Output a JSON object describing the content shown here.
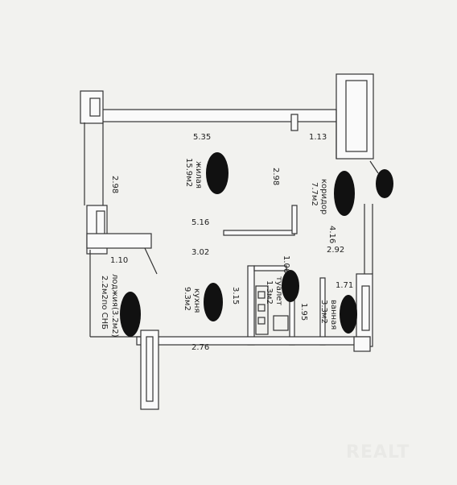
{
  "plan": {
    "dimensions": {
      "top_width": "5.35",
      "right_notch": "1.13",
      "left_height": "2.98",
      "center_height": "2.98",
      "living_mid": "5.16",
      "balcony_width": "1.10",
      "kitchen_width": "3.02",
      "corridor_depth": "4.16",
      "corridor_width": "2.92",
      "toilet_width": "1.06",
      "kitchen_depth": "3.15",
      "bath_width": "1.71",
      "toilet_depth": "1.95",
      "bottom_width": "2.76"
    },
    "rooms": {
      "living": {
        "name": "жилая",
        "area": "15.9м2"
      },
      "corridor": {
        "name": "коридор",
        "area": "7.7м2"
      },
      "kitchen": {
        "name": "кухня",
        "area": "9.3м2"
      },
      "toilet": {
        "name": "туалет",
        "area": "1.3м2"
      },
      "bath": {
        "name": "ванная",
        "area": "3.3м2"
      },
      "loggia": {
        "name": "лоджия(3.2м2)",
        "area": "2.2м2по СНБ"
      }
    }
  },
  "watermark": "REALT"
}
